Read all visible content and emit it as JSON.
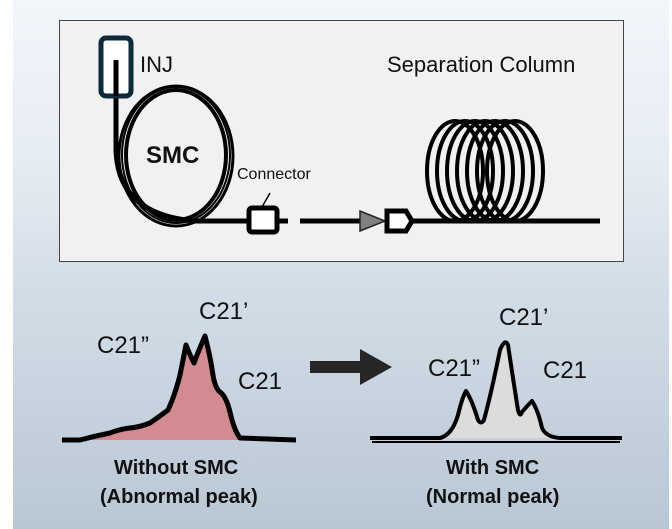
{
  "schematic": {
    "injector_label": "INJ",
    "coil_label": "SMC",
    "connector_label": "Connector",
    "column_label": "Separation Column"
  },
  "comparison": {
    "arrow": "right-arrow",
    "without": {
      "peaks": [
        "C21”",
        "C21’",
        "C21"
      ],
      "caption_line1": "Without SMC",
      "caption_line2": "(Abnormal peak)",
      "fill_color": "#d48a91"
    },
    "with": {
      "peaks": [
        "C21”",
        "C21’",
        "C21"
      ],
      "caption_line1": "With SMC",
      "caption_line2": "(Normal peak)",
      "fill_color": "#dcdcdc"
    }
  },
  "colors": {
    "injector_border": "#0d2a3a",
    "line": "#000000",
    "arrow": "#262626",
    "check_valve": "#808080"
  }
}
